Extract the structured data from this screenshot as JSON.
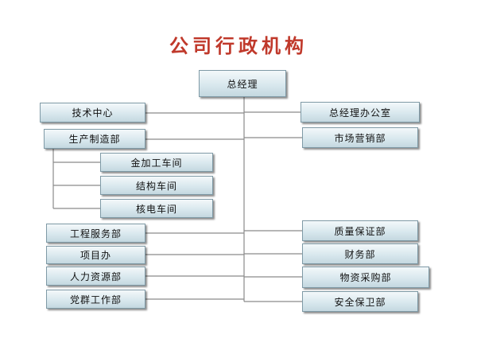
{
  "title": "公司行政机构",
  "colors": {
    "title": "#c0392b",
    "line": "#8a8a8a",
    "box_border": "#7f9aa6"
  },
  "nodes": {
    "ceo": "总经理",
    "tech_center": "技术中心",
    "production": "生产制造部",
    "workshop_1": "金加工车间",
    "workshop_2": "结构车间",
    "workshop_3": "核电车间",
    "engineering_service": "工程服务部",
    "project_office": "项目办",
    "hr": "人力资源部",
    "party_work": "党群工作部",
    "gm_office": "总经理办公室",
    "marketing": "市场营销部",
    "quality": "质量保证部",
    "finance": "财务部",
    "purchasing": "物资采购部",
    "security": "安全保卫部"
  }
}
